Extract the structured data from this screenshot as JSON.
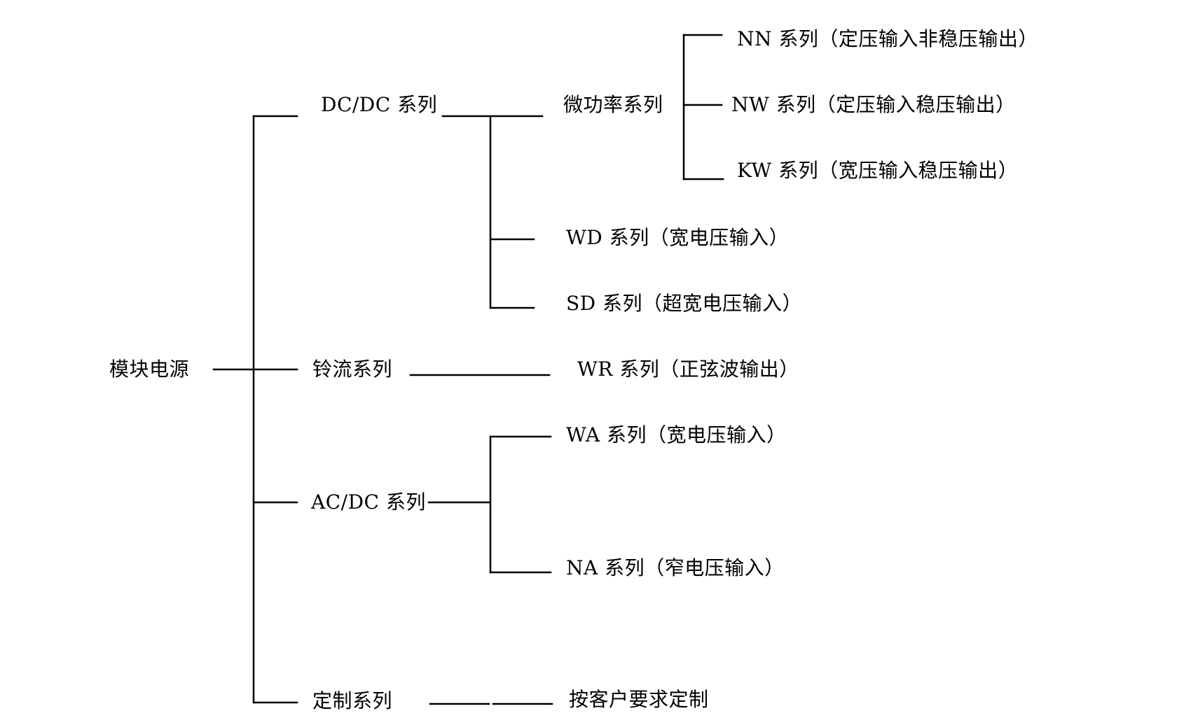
{
  "root": {
    "label": "模块电源"
  },
  "level1": {
    "dcdc": "DC/DC 系列",
    "ling": "铃流系列",
    "acdc": "AC/DC 系列",
    "custom": "定制系列"
  },
  "level2": {
    "micro": "微功率系列",
    "wd": "WD 系列（宽电压输入）",
    "sd": "SD 系列（超宽电压输入）",
    "wr": "WR 系列（正弦波输出）",
    "wa": "WA 系列（宽电压输入）",
    "na": "NA 系列（窄电压输入）",
    "custom_req": "按客户要求定制"
  },
  "level3": {
    "nn": "NN 系列（定压输入非稳压输出）",
    "nw": "NW 系列（定压输入稳压输出）",
    "kw": "KW 系列（宽压输入稳压输出）"
  },
  "colors": {
    "line": "#000000",
    "text": "#000000",
    "background": "#ffffff"
  }
}
